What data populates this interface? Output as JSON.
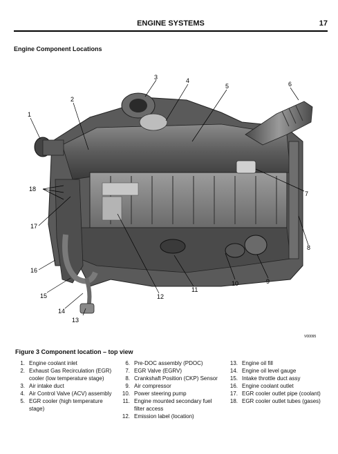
{
  "header": {
    "title": "ENGINE SYSTEMS",
    "page_number": "17"
  },
  "section_title": "Engine Component Locations",
  "figure": {
    "code": "V00095",
    "callouts": [
      "1",
      "2",
      "3",
      "4",
      "5",
      "6",
      "7",
      "8",
      "9",
      "10",
      "11",
      "12",
      "13",
      "14",
      "15",
      "16",
      "17",
      "18"
    ]
  },
  "caption": "Figure 3   Component location – top view",
  "legend": {
    "col1": [
      {
        "num": "1.",
        "text": "Engine coolant inlet"
      },
      {
        "num": "2.",
        "text": "Exhaust Gas Recirculation (EGR) cooler (low temperature stage)"
      },
      {
        "num": "3.",
        "text": "Air intake duct"
      },
      {
        "num": "4.",
        "text": "Air Control Valve (ACV) assembly"
      },
      {
        "num": "5.",
        "text": "EGR cooler (high temperature stage)"
      }
    ],
    "col2": [
      {
        "num": "6.",
        "text": "Pre-DOC assembly (PDOC)"
      },
      {
        "num": "7.",
        "text": "EGR Valve (EGRV)"
      },
      {
        "num": "8.",
        "text": "Crankshaft Position (CKP) Sensor"
      },
      {
        "num": "9.",
        "text": "Air compressor"
      },
      {
        "num": "10.",
        "text": "Power steering pump"
      },
      {
        "num": "11.",
        "text": "Engine mounted secondary fuel filter access"
      },
      {
        "num": "12.",
        "text": "Emission label (location)"
      }
    ],
    "col3": [
      {
        "num": "13.",
        "text": "Engine oil fill"
      },
      {
        "num": "14.",
        "text": "Engine oil level gauge"
      },
      {
        "num": "15.",
        "text": "Intake throttle duct assy"
      },
      {
        "num": "16.",
        "text": "Engine coolant outlet"
      },
      {
        "num": "17.",
        "text": "EGR cooler outlet pipe (coolant)"
      },
      {
        "num": "18.",
        "text": "EGR cooler outlet tubes (gases)"
      }
    ]
  }
}
